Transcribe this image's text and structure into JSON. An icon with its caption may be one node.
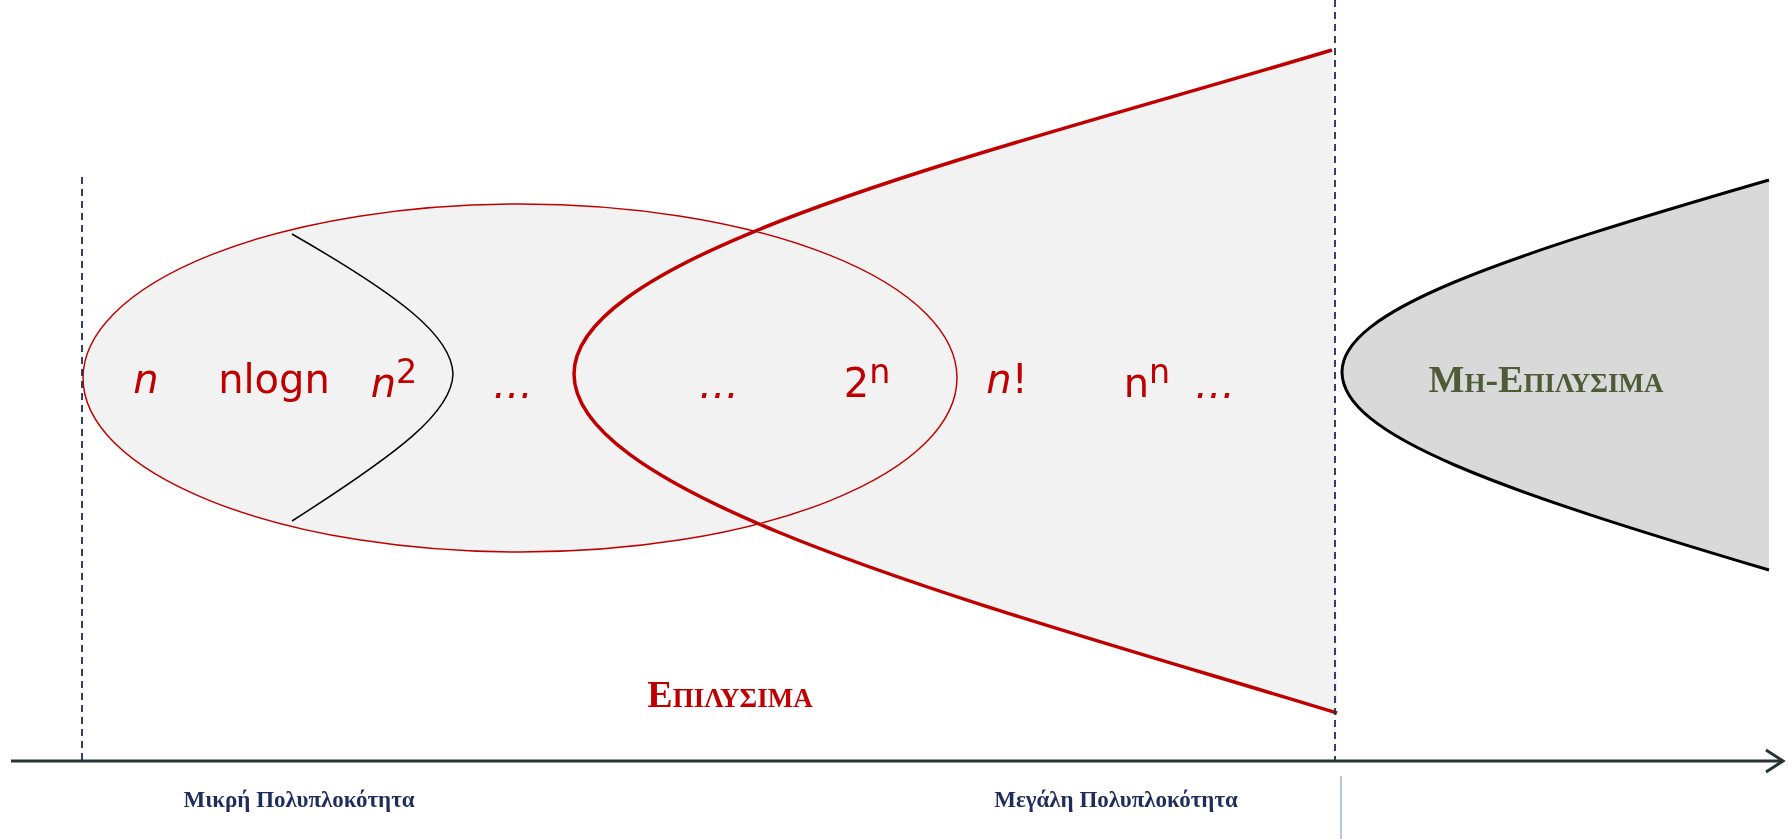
{
  "diagram": {
    "nodes": [
      {
        "text": [
          "n",
          "nlogn",
          "*n*$^{2}$",
          "…",
          "…",
          "2$^{n}$"
        ]
      },
      {
        "text": [
          "*n*!",
          "n$^{n}$",
          "…"
        ]
      },
      {
        "text": [
          "Μη-Επιλυσιμα"
        ]
      }
    ],
    "labels": [
      "Επιλυσιμα",
      "Μικρή Πολυπλοκότητα",
      "Μεγάλη Πολυπλοκότητα"
    ]
  }
}
